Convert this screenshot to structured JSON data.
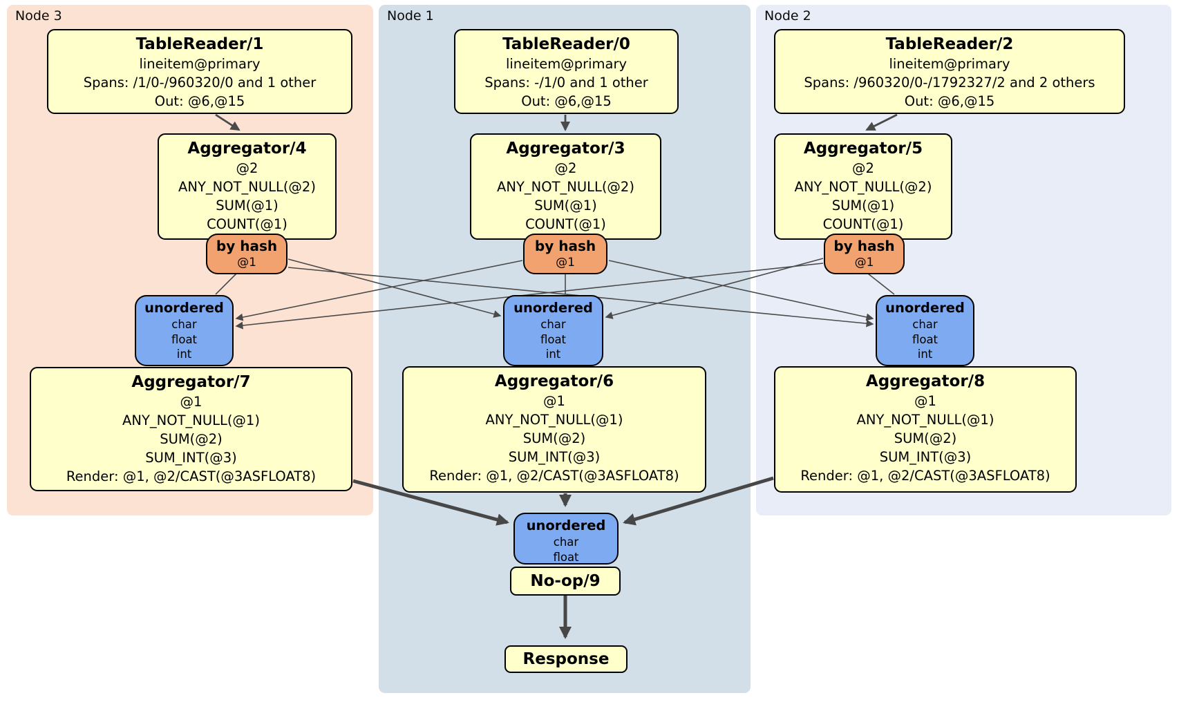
{
  "colors": {
    "node3_bg": "#fbe2d3",
    "node1_bg": "#d2dfe8",
    "node2_bg": "#e8edf8",
    "processor_fill": "#ffffcc",
    "router_fill": "#f2a26e",
    "sync_fill": "#7daaf0",
    "edge": "#4a4a4a",
    "border": "#000000"
  },
  "nodes": [
    {
      "label": "Node 3",
      "table_reader": {
        "title": "TableReader/1",
        "index": "lineitem@primary",
        "spans": "Spans: /1/0-/960320/0 and 1 other",
        "out": "Out: @6,@15"
      },
      "pre_agg": {
        "title": "Aggregator/4",
        "group": "@2",
        "fns": [
          "ANY_NOT_NULL(@2)",
          "SUM(@1)",
          "COUNT(@1)"
        ]
      },
      "router": {
        "title": "by hash",
        "key": "@1"
      },
      "sync": {
        "title": "unordered",
        "types": [
          "char",
          "float",
          "int"
        ]
      },
      "post_agg": {
        "title": "Aggregator/7",
        "group": "@1",
        "fns": [
          "ANY_NOT_NULL(@1)",
          "SUM(@2)",
          "SUM_INT(@3)"
        ],
        "render": "Render: @1, @2/CAST(@3ASFLOAT8)"
      }
    },
    {
      "label": "Node 1",
      "table_reader": {
        "title": "TableReader/0",
        "index": "lineitem@primary",
        "spans": "Spans: -/1/0 and 1 other",
        "out": "Out: @6,@15"
      },
      "pre_agg": {
        "title": "Aggregator/3",
        "group": "@2",
        "fns": [
          "ANY_NOT_NULL(@2)",
          "SUM(@1)",
          "COUNT(@1)"
        ]
      },
      "router": {
        "title": "by hash",
        "key": "@1"
      },
      "sync": {
        "title": "unordered",
        "types": [
          "char",
          "float",
          "int"
        ]
      },
      "post_agg": {
        "title": "Aggregator/6",
        "group": "@1",
        "fns": [
          "ANY_NOT_NULL(@1)",
          "SUM(@2)",
          "SUM_INT(@3)"
        ],
        "render": "Render: @1, @2/CAST(@3ASFLOAT8)"
      }
    },
    {
      "label": "Node 2",
      "table_reader": {
        "title": "TableReader/2",
        "index": "lineitem@primary",
        "spans": "Spans: /960320/0-/1792327/2 and 2 others",
        "out": "Out: @6,@15"
      },
      "pre_agg": {
        "title": "Aggregator/5",
        "group": "@2",
        "fns": [
          "ANY_NOT_NULL(@2)",
          "SUM(@1)",
          "COUNT(@1)"
        ]
      },
      "router": {
        "title": "by hash",
        "key": "@1"
      },
      "sync": {
        "title": "unordered",
        "types": [
          "char",
          "float",
          "int"
        ]
      },
      "post_agg": {
        "title": "Aggregator/8",
        "group": "@1",
        "fns": [
          "ANY_NOT_NULL(@1)",
          "SUM(@2)",
          "SUM_INT(@3)"
        ],
        "render": "Render: @1, @2/CAST(@3ASFLOAT8)"
      }
    }
  ],
  "output": {
    "sync": {
      "title": "unordered",
      "types": [
        "char",
        "float"
      ]
    },
    "noop_label": "No-op/9",
    "response_label": "Response"
  }
}
